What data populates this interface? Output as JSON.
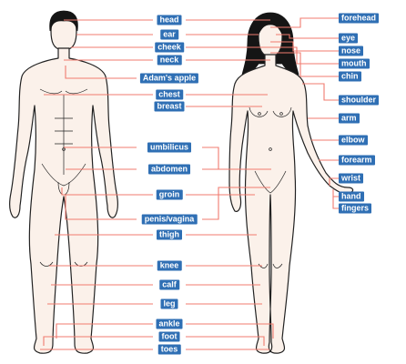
{
  "colors": {
    "line": "#f07b6f",
    "label_bg": "#2f6fb4",
    "label_text": "#ffffff",
    "skin_outline": "#222222",
    "skin_fill": "#fbf1ea",
    "hair": "#151515"
  },
  "figures": [
    {
      "name": "male-figure",
      "hair": "short"
    },
    {
      "name": "female-figure",
      "hair": "long"
    }
  ],
  "center_labels": [
    {
      "key": "head",
      "text": "head"
    },
    {
      "key": "ear",
      "text": "ear"
    },
    {
      "key": "cheek",
      "text": "cheek"
    },
    {
      "key": "neck",
      "text": "neck"
    },
    {
      "key": "adams_apple",
      "text": "Adam's apple"
    },
    {
      "key": "chest",
      "text": "chest"
    },
    {
      "key": "breast",
      "text": "breast"
    },
    {
      "key": "umbilicus",
      "text": "umbilicus"
    },
    {
      "key": "abdomen",
      "text": "abdomen"
    },
    {
      "key": "groin",
      "text": "groin"
    },
    {
      "key": "penis_vagina",
      "text": "penis/vagina"
    },
    {
      "key": "thigh",
      "text": "thigh"
    },
    {
      "key": "knee",
      "text": "knee"
    },
    {
      "key": "calf",
      "text": "calf"
    },
    {
      "key": "leg",
      "text": "leg"
    },
    {
      "key": "ankle",
      "text": "ankle"
    },
    {
      "key": "foot",
      "text": "foot"
    },
    {
      "key": "toes",
      "text": "toes"
    }
  ],
  "right_labels": [
    {
      "key": "forehead",
      "text": "forehead"
    },
    {
      "key": "eye",
      "text": "eye"
    },
    {
      "key": "nose",
      "text": "nose"
    },
    {
      "key": "mouth",
      "text": "mouth"
    },
    {
      "key": "chin",
      "text": "chin"
    },
    {
      "key": "shoulder",
      "text": "shoulder"
    },
    {
      "key": "arm",
      "text": "arm"
    },
    {
      "key": "elbow",
      "text": "elbow"
    },
    {
      "key": "forearm",
      "text": "forearm"
    },
    {
      "key": "wrist",
      "text": "wrist"
    },
    {
      "key": "hand",
      "text": "hand"
    },
    {
      "key": "fingers",
      "text": "fingers"
    }
  ]
}
